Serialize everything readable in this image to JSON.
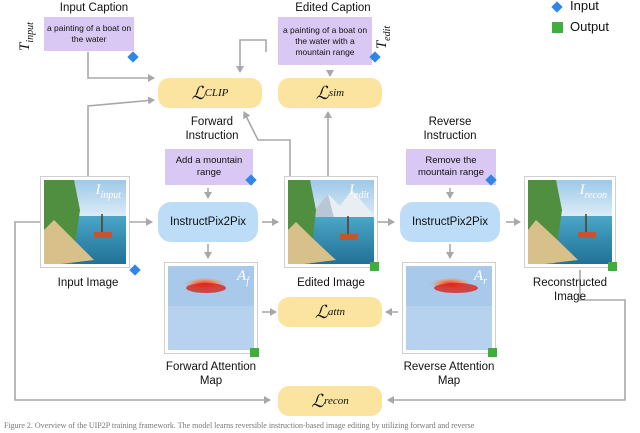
{
  "legend": {
    "input": "Input",
    "output": "Output",
    "input_color": "#2f86e8",
    "output_color": "#3fae3a"
  },
  "top": {
    "input_caption_title": "Input Caption",
    "input_caption_text": "a painting of a boat on the water",
    "t_input": "T",
    "t_input_sub": "input",
    "edited_caption_title": "Edited Caption",
    "edited_caption_text": "a painting of a boat on the water with a mountain range",
    "t_edit": "T",
    "t_edit_sub": "edit"
  },
  "losses": {
    "clip": "ℒ",
    "clip_sub": "CLIP",
    "sim": "ℒ",
    "sim_sub": "sim",
    "attn": "ℒ",
    "attn_sub": "attn",
    "recon": "ℒ",
    "recon_sub": "recon"
  },
  "forward": {
    "title": "Forward Instruction",
    "instruction": "Add a mountain range",
    "model": "InstructPix2Pix",
    "attention_label": "Forward Attention Map",
    "attn_symbol": "A",
    "attn_sub": "f"
  },
  "reverse": {
    "title": "Reverse Instruction",
    "instruction": "Remove the mountain range",
    "model": "InstructPix2Pix",
    "attention_label": "Reverse Attention Map",
    "attn_symbol": "A",
    "attn_sub": "r"
  },
  "images": {
    "input_label": "Input Image",
    "input_symbol": "I",
    "input_sub": "input",
    "edited_label": "Edited Image",
    "edited_symbol": "I",
    "edited_sub": "edit",
    "recon_label": "Reconstructed Image",
    "recon_symbol": "I",
    "recon_sub": "recon"
  },
  "footer": "Figure 2. Overview of the UIP2P training framework. The model learns reversible instruction-based image editing by utilizing forward and reverse"
}
